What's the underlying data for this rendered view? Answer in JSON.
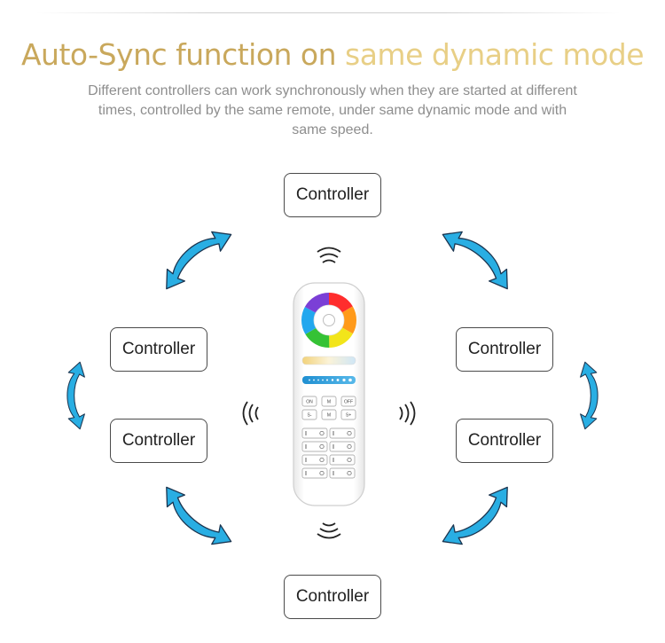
{
  "header": {
    "title_part1": "Auto-Sync function on ",
    "title_part2": "same dynamic mode",
    "subtitle": "Different controllers can work synchronously when they are started at different times, controlled by the same remote, under same dynamic mode and with same speed."
  },
  "controllers": [
    {
      "label": "Controller"
    },
    {
      "label": "Controller"
    },
    {
      "label": "Controller"
    },
    {
      "label": "Controller"
    },
    {
      "label": "Controller"
    },
    {
      "label": "Controller"
    }
  ],
  "remote": {
    "buttons_row1": [
      "ON",
      "M",
      "OFF"
    ],
    "buttons_row2": [
      "S-",
      "M",
      "S+"
    ]
  },
  "colors": {
    "title_gold": "#c9a85c",
    "title_light_gold": "#e8cf86",
    "arrow_blue": "#29aee3",
    "arrow_outline": "#1b3550"
  },
  "icons": {
    "arrows": "double-headed-curved-arrow-icon",
    "signal": "wireless-signal-icon",
    "wheel": "color-wheel-icon"
  }
}
